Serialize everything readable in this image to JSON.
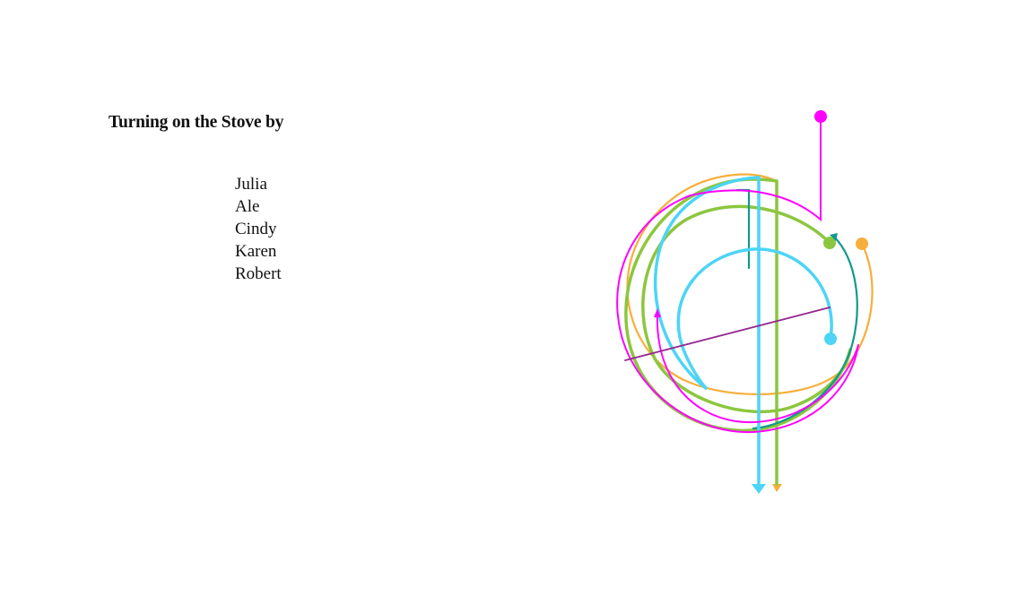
{
  "title": "Turning on the Stove by",
  "names": [
    "Julia",
    "Ale",
    "Cindy",
    "Karen",
    "Robert"
  ],
  "colors": {
    "magenta": "#ff00ff",
    "cyan": "#4dd4f7",
    "green": "#8cc63f",
    "orange": "#f7ae3b",
    "teal": "#11998e",
    "purple": "#93278f"
  }
}
